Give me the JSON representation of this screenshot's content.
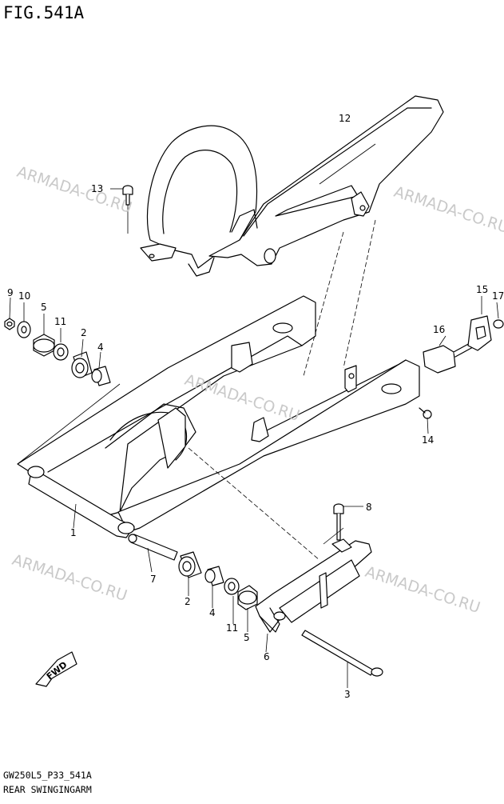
{
  "figure": {
    "title": "FIG.541A",
    "model_code": "GW250L5_P33_541A",
    "caption": "REAR SWINGINGARM"
  },
  "watermark": "ARMADA-CO.RU",
  "forward_label": "FWD",
  "callouts": [
    "1",
    "2",
    "2",
    "3",
    "4",
    "4",
    "5",
    "5",
    "6",
    "7",
    "8",
    "9",
    "10",
    "11",
    "11",
    "12",
    "13",
    "14",
    "15",
    "16",
    "17"
  ],
  "colors": {
    "line": "#000000",
    "watermark": "#c9c9c9",
    "background": "#ffffff"
  }
}
